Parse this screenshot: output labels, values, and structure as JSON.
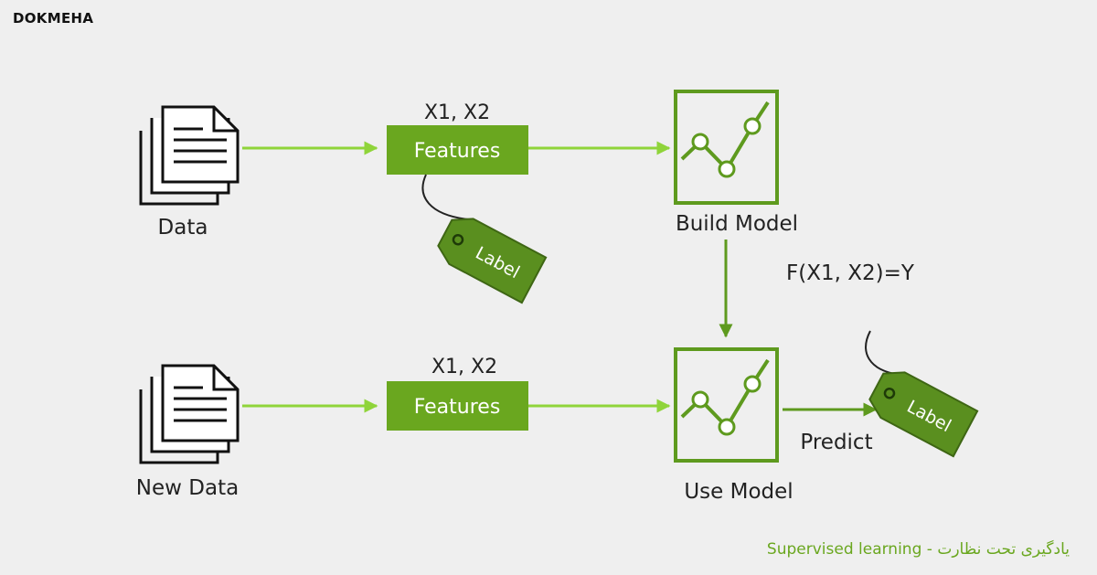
{
  "brand": {
    "logo_text": "DOKMEHA"
  },
  "caption": {
    "text": "Supervised learning - یادگیری تحت نظارت"
  },
  "colors": {
    "accent_green": "#6aa71f",
    "dark_green": "#4f7f1a",
    "arrow_green": "#8fd43a",
    "background": "#efefef",
    "ink": "#111111"
  },
  "diagram": {
    "top_row": {
      "data_label": "Data",
      "features_label": "Features",
      "features_vars": "X1, X2",
      "tag_label": "Label",
      "model_label": "Build Model"
    },
    "function_label": "F(X1, X2)=Y",
    "bottom_row": {
      "data_label": "New Data",
      "features_label": "Features",
      "features_vars": "X1, X2",
      "model_label": "Use Model",
      "predict_label": "Predict",
      "tag_label": "Label"
    },
    "icons": {
      "documents": "document-stack-icon",
      "model": "line-chart-icon",
      "tag": "price-tag-icon"
    }
  }
}
